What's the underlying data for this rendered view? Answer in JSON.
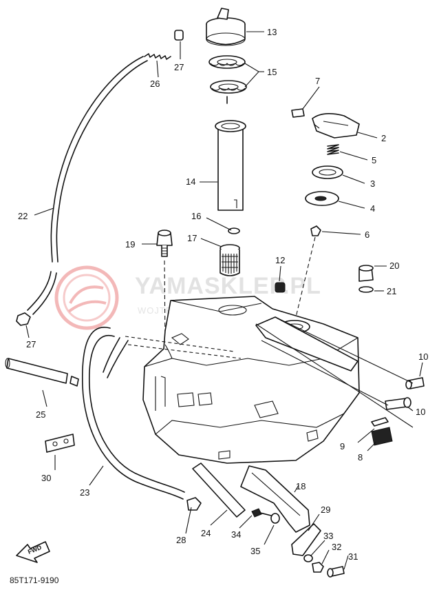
{
  "watermark": {
    "brand": "YAMASKLEP.PL",
    "tagline": "WOJTECH DEALER YAMAHA"
  },
  "diagram_code": "85T171-9190",
  "fwd_label": "FWD",
  "labels": [
    {
      "id": "13",
      "text": "13"
    },
    {
      "id": "27a",
      "text": "27"
    },
    {
      "id": "15",
      "text": "15"
    },
    {
      "id": "26",
      "text": "26"
    },
    {
      "id": "7",
      "text": "7"
    },
    {
      "id": "2",
      "text": "2"
    },
    {
      "id": "5",
      "text": "5"
    },
    {
      "id": "14",
      "text": "14"
    },
    {
      "id": "3",
      "text": "3"
    },
    {
      "id": "4",
      "text": "4"
    },
    {
      "id": "22",
      "text": "22"
    },
    {
      "id": "16",
      "text": "16"
    },
    {
      "id": "6",
      "text": "6"
    },
    {
      "id": "19",
      "text": "19"
    },
    {
      "id": "17",
      "text": "17"
    },
    {
      "id": "12",
      "text": "12"
    },
    {
      "id": "20",
      "text": "20"
    },
    {
      "id": "21",
      "text": "21"
    },
    {
      "id": "27b",
      "text": "27"
    },
    {
      "id": "10a",
      "text": "10"
    },
    {
      "id": "25",
      "text": "25"
    },
    {
      "id": "10b",
      "text": "10"
    },
    {
      "id": "9",
      "text": "9"
    },
    {
      "id": "8",
      "text": "8"
    },
    {
      "id": "30",
      "text": "30"
    },
    {
      "id": "18",
      "text": "18"
    },
    {
      "id": "23",
      "text": "23"
    },
    {
      "id": "29",
      "text": "29"
    },
    {
      "id": "24",
      "text": "24"
    },
    {
      "id": "34",
      "text": "34"
    },
    {
      "id": "28",
      "text": "28"
    },
    {
      "id": "33",
      "text": "33"
    },
    {
      "id": "35",
      "text": "35"
    },
    {
      "id": "32",
      "text": "32"
    },
    {
      "id": "31",
      "text": "31"
    }
  ]
}
